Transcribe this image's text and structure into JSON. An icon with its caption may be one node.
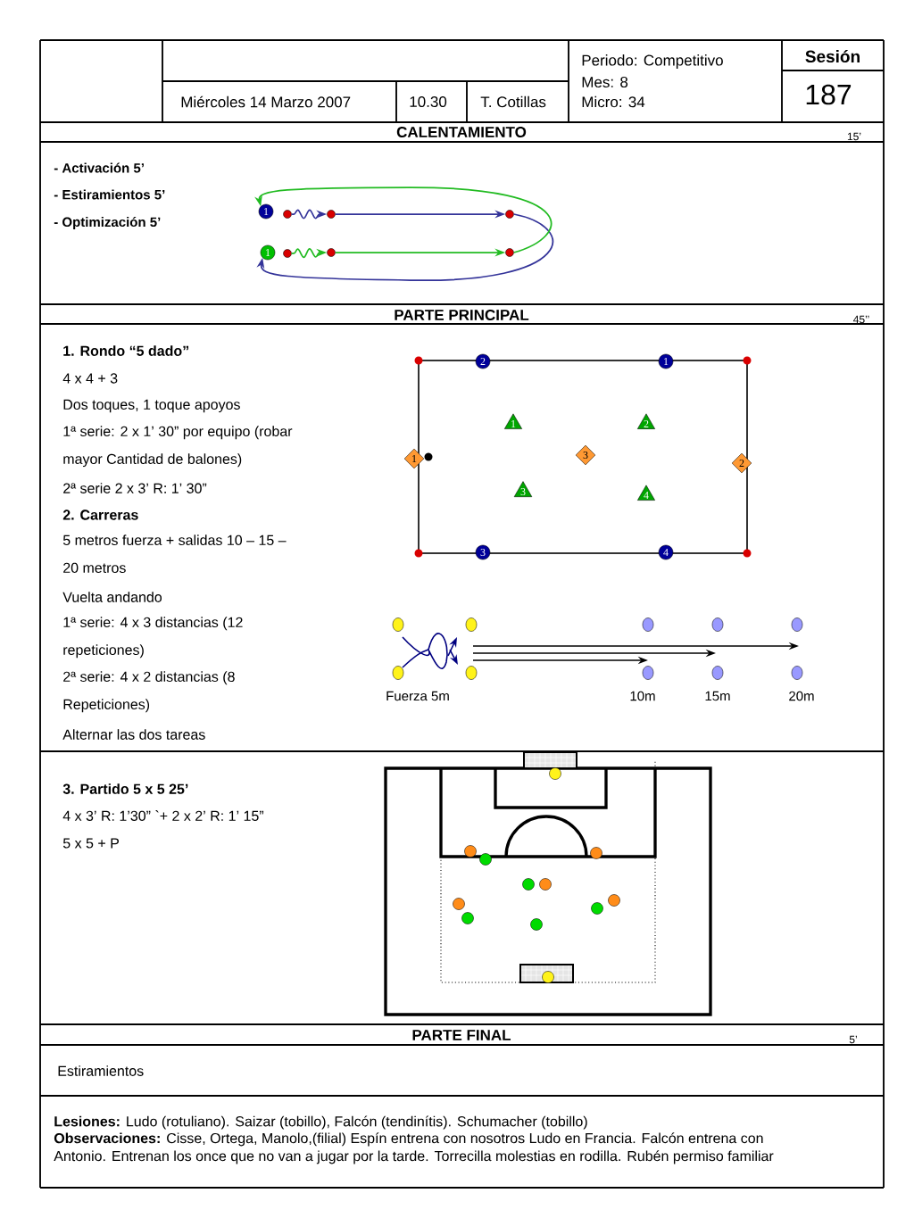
{
  "diagram": {
    "nodes": [
      {
        "text": [
          "1"
        ]
      },
      {
        "text": [],
        "shape": "circle"
      },
      {
        "text": [],
        "shape": "circle"
      },
      {
        "text": [],
        "shape": "circle"
      },
      {
        "text": [
          "1"
        ]
      },
      {
        "text": [],
        "shape": "circle"
      },
      {
        "text": [],
        "shape": "circle"
      },
      {
        "text": [],
        "shape": "circle"
      },
      {
        "text": [
          "2"
        ]
      },
      {
        "text": [
          "1"
        ]
      },
      {
        "text": [
          "1"
        ]
      },
      {
        "text": [
          "2"
        ]
      },
      {
        "text": [
          "1"
        ]
      },
      {
        "text": [
          "3"
        ]
      },
      {
        "text": [
          "2"
        ]
      },
      {
        "text": [
          "3"
        ]
      },
      {
        "text": [
          "4"
        ]
      },
      {
        "text": [
          "3"
        ]
      },
      {
        "text": [
          "4"
        ]
      }
    ],
    "edges": [
      {
        "from": 1,
        "to": 2,
        "arrow": "to",
        "color": "#333399"
      },
      {
        "from": 2,
        "to": 3,
        "arrow": "to",
        "color": "#333399"
      },
      {
        "from": 3,
        "to": 4,
        "arrow": "to",
        "color": "#333399"
      },
      {
        "from": 5,
        "to": 6,
        "arrow": "to",
        "color": "#22bb22"
      },
      {
        "from": 6,
        "to": 7,
        "arrow": "to",
        "color": "#22bb22"
      },
      {
        "from": 7,
        "to": 0,
        "arrow": "to",
        "color": "#22bb22"
      }
    ],
    "labels": [
      "Periodo: Competitivo",
      "Sesión",
      "Mes: 8",
      "Miércoles 14 Marzo 2007",
      "10.30",
      "T. Cotillas",
      "Micro: 34",
      "187",
      "CALENTAMIENTO",
      "15’",
      "- Activación 5’",
      "- Estiramientos 5’",
      "- Optimización 5’",
      "PARTE PRINCIPAL",
      "45’’",
      "1. Rondo “5 dado”",
      "4 x 4 + 3",
      "Dos toques, 1 toque apoyos",
      "1ª serie: 2 x 1’ 30” por equipo (robar mayor Cantidad de balones)",
      "2ª serie 2 x 3’ R: 1’ 30”",
      "2. Carreras",
      "5 metros fuerza + salidas 10 – 15 – 20 metros",
      "Vuelta andando",
      "1ª serie: 4 x 3 distancias (12 repeticiones)",
      "2ª serie: 4 x 2 distancias (8 Repeticiones)",
      "Alternar las dos tareas",
      "Fuerza 5m",
      "10m",
      "15m",
      "20m",
      "3. Partido 5 x 5 25’",
      "4 x 3’ R: 1’30” `+ 2 x 2’ R: 1’ 15”",
      "5 x 5 + P",
      "PARTE FINAL",
      "5’",
      "Estiramientos",
      "**Lesiones:** Ludo (rotuliano). Saizar (tobillo), Falcón (tendinítis). Schumacher (tobillo)",
      "**Observaciones:** Cisse, Ortega, Manolo,(filial) Espín entrena con nosotros Ludo en Francia. Falcón entrena con Antonio. Entrenan los once que no van a jugar por la tarde. Torrecilla molestias en rodilla. Rubén permiso familiar"
    ]
  }
}
